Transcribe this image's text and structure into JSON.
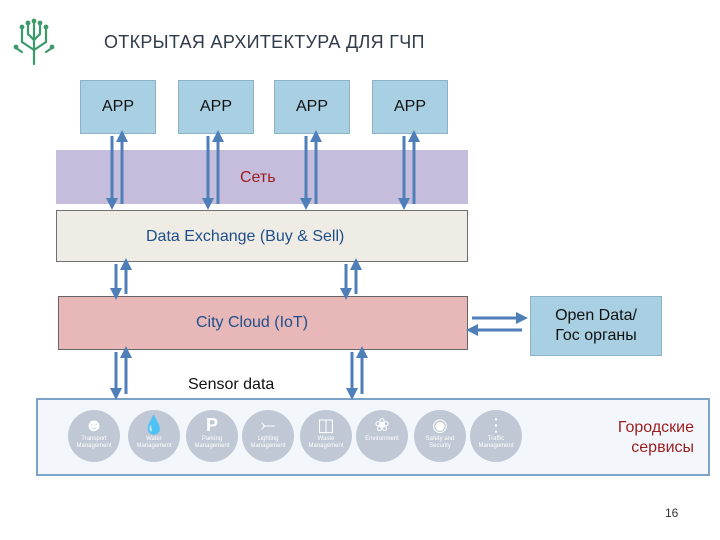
{
  "title": "ОТКРЫТАЯ АРХИТЕКТУРА ДЛЯ ГЧП",
  "apps": [
    {
      "label": "APP"
    },
    {
      "label": "APP"
    },
    {
      "label": "APP"
    },
    {
      "label": "APP"
    }
  ],
  "layers": {
    "network": "Сеть",
    "exchange": "Data Exchange (Buy & Sell)",
    "cloud": "City Cloud (IoT)",
    "open_data_line1": "Open Data/",
    "open_data_line2": "Гос органы",
    "sensor": "Sensor data"
  },
  "services": [
    {
      "line1": "Transport",
      "line2": "Management",
      "icon": "person-icon"
    },
    {
      "line1": "Water",
      "line2": "Management",
      "icon": "water-drop-icon"
    },
    {
      "line1": "Parking",
      "line2": "Management",
      "icon": "parking-icon"
    },
    {
      "line1": "Lighting",
      "line2": "Management",
      "icon": "lamp-icon"
    },
    {
      "line1": "Waste",
      "line2": "Management",
      "icon": "trash-icon"
    },
    {
      "line1": "Environment",
      "line2": "",
      "icon": "leaf-icon"
    },
    {
      "line1": "Safety and",
      "line2": "Security",
      "icon": "camera-icon"
    },
    {
      "line1": "Traffic",
      "line2": "Management",
      "icon": "traffic-light-icon"
    }
  ],
  "city_services_line1": "Городские",
  "city_services_line2": "сервисы",
  "page_number": "16",
  "colors": {
    "app_fill": "#a9cfe3",
    "network_band": "#c5bddb",
    "cloud_fill": "#e8b8b8",
    "arrow": "#4f7fb8",
    "accent_red": "#9a1e1e",
    "accent_blue": "#1f4e8a"
  }
}
